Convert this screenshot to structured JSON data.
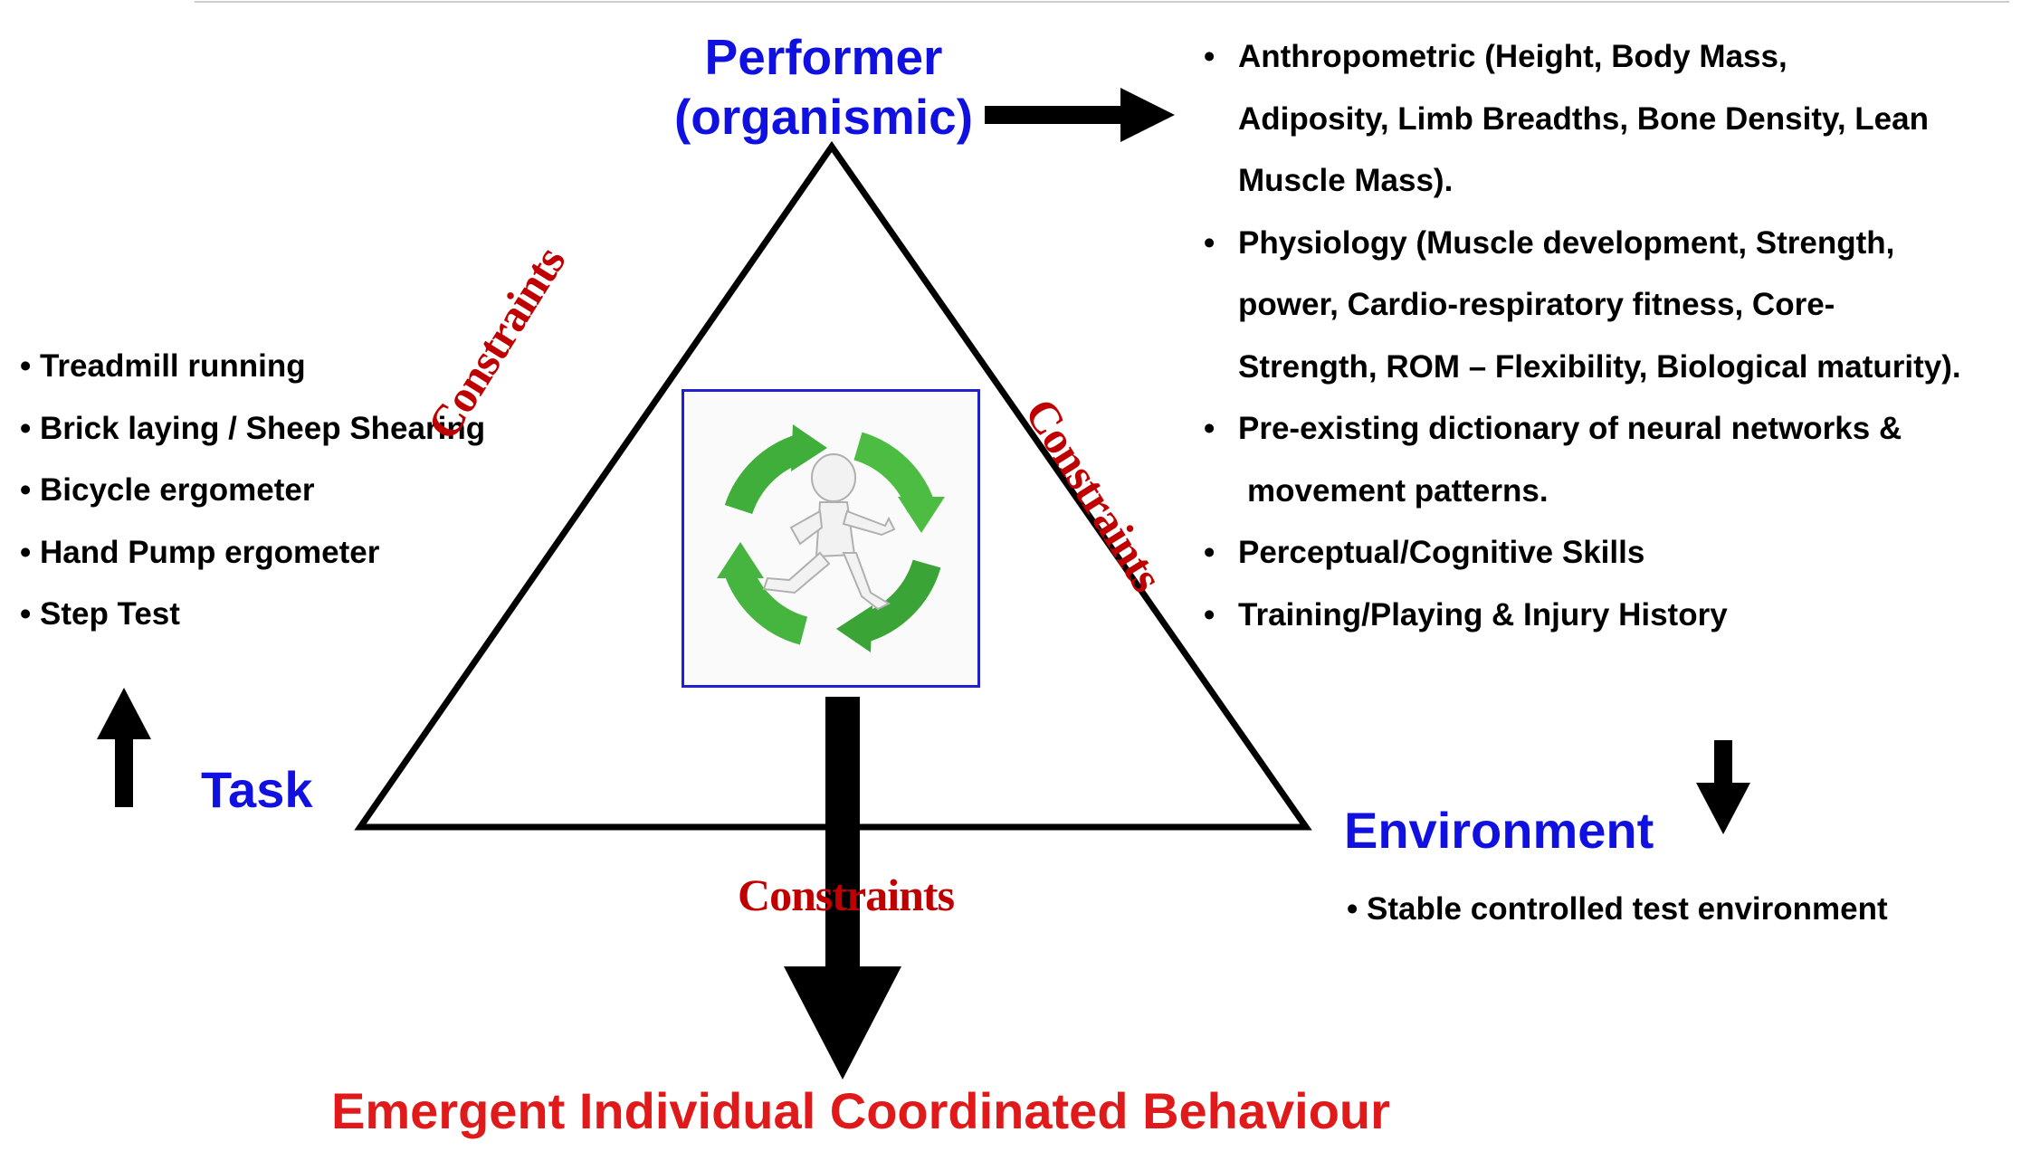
{
  "performer": {
    "title_line1": "Performer",
    "title_line2": "(organismic)",
    "items": [
      {
        "bullet": "•",
        "lines": [
          "Anthropometric (Height, Body Mass,",
          "Adiposity, Limb Breadths, Bone Density,  Lean",
          "Muscle Mass)."
        ]
      },
      {
        "bullet": "•",
        "lines": [
          "Physiology (Muscle development, Strength,",
          "power, Cardio-respiratory fitness, Core-",
          "Strength, ROM – Flexibility, Biological maturity)."
        ]
      },
      {
        "bullet": "•",
        "lines": [
          "Pre-existing dictionary of neural networks &",
          " movement patterns."
        ]
      },
      {
        "bullet": "•",
        "lines": [
          "Perceptual/Cognitive Skills"
        ]
      },
      {
        "bullet": "•",
        "lines": [
          "Training/Playing & Injury History"
        ]
      }
    ]
  },
  "task": {
    "label": "Task",
    "items": [
      "• Treadmill running",
      "• Brick laying / Sheep Shearing",
      "• Bicycle ergometer",
      "• Hand Pump ergometer",
      "• Step Test"
    ]
  },
  "environment": {
    "label": "Environment",
    "items": [
      "• Stable controlled test environment"
    ]
  },
  "constraints": {
    "left": "Constraints",
    "right": "Constraints",
    "bottom": "Constraints"
  },
  "emergent": "Emergent Individual Coordinated Behaviour",
  "colors": {
    "blue_label": "#1010e0",
    "constraint_red": "#c00000",
    "emergent_red": "#e01a1a",
    "cycle_green": "#3fae3a",
    "box_border": "#2020d0"
  },
  "icons": {
    "performer_arrow": "arrow-right-icon",
    "task_arrow": "arrow-up-icon",
    "environment_arrow": "arrow-down-icon",
    "center_arrow": "arrow-down-icon",
    "runner": "running-figure-icon"
  }
}
